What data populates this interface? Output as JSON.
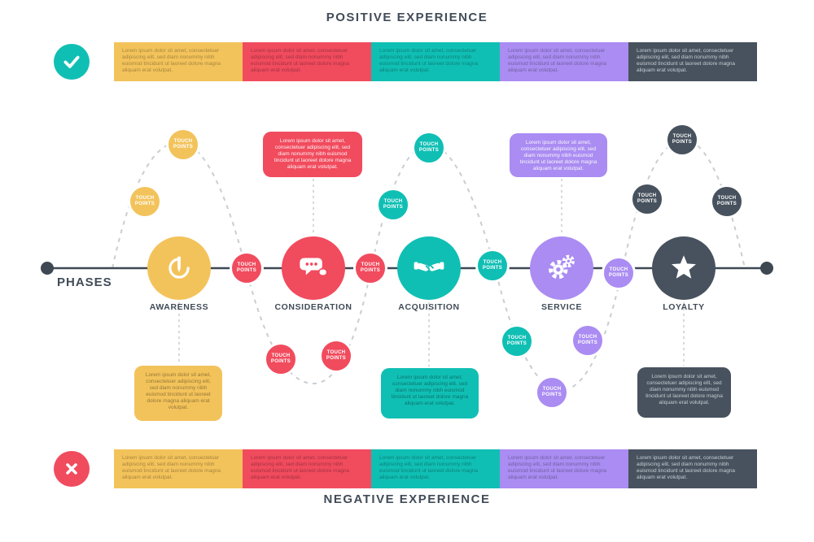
{
  "title_top": "POSITIVE EXPERIENCE",
  "title_bottom": "NEGATIVE EXPERIENCE",
  "phases_label": "PHASES",
  "touch_point": "TOUCH POINTS",
  "lorem": "Lorem ipsum dolor sit amet, consectetuer adipiscing elit, sed diam nonummy nibh euismod tincidunt ut laoreet dolore magna aliquam erat volutpat.",
  "phases": [
    {
      "label": "AWARENESS",
      "color": "#f3c35b",
      "icon": "pencil-loop-icon"
    },
    {
      "label": "CONSIDERATION",
      "color": "#f14b5e",
      "icon": "chat-bubbles-icon"
    },
    {
      "label": "ACQUISITION",
      "color": "#10bfb4",
      "icon": "handshake-icon"
    },
    {
      "label": "SERVICE",
      "color": "#aa8cf2",
      "icon": "gears-icon"
    },
    {
      "label": "LOYALTY",
      "color": "#47525e",
      "icon": "star-icon"
    }
  ],
  "legend_top": {
    "icon": "check",
    "blocks": [
      "yellow",
      "red",
      "teal",
      "purple",
      "dark"
    ]
  },
  "legend_bottom": {
    "icon": "cross",
    "blocks": [
      "yellow",
      "red",
      "teal",
      "purple",
      "dark"
    ]
  },
  "colors": {
    "yellow": "#f3c35b",
    "red": "#f14b5e",
    "teal": "#10bfb4",
    "purple": "#aa8cf2",
    "dark": "#47525e",
    "line": "#3d4852",
    "dashed": "#c9ced3"
  }
}
